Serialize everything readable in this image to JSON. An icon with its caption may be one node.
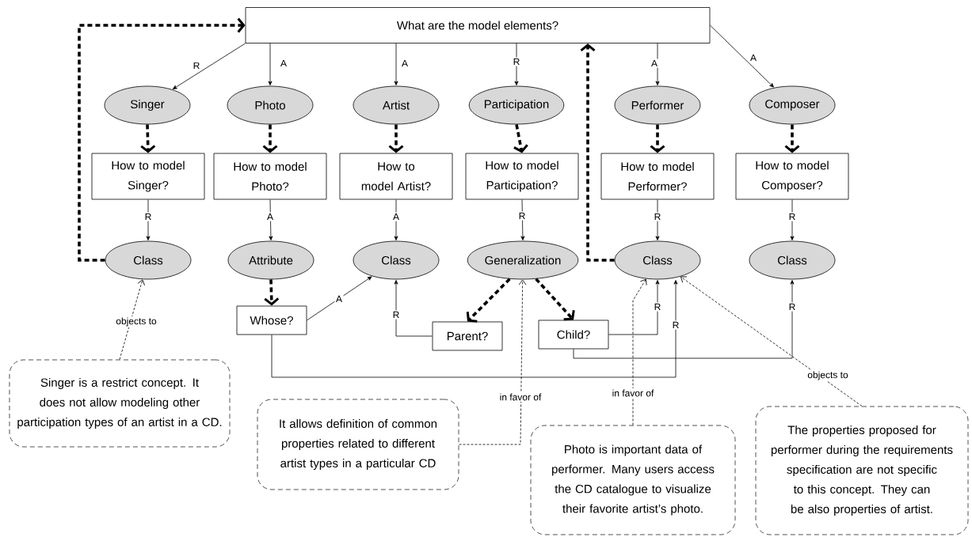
{
  "diagram": {
    "nodes": [
      {
        "text": [
          "What are the model elements?"
        ]
      },
      {
        "text": [
          "Singer"
        ]
      },
      {
        "text": [
          "Photo"
        ]
      },
      {
        "text": [
          "Artist"
        ]
      },
      {
        "text": [
          "Participation"
        ]
      },
      {
        "text": [
          "Performer"
        ]
      },
      {
        "text": [
          "Composer"
        ]
      },
      {
        "text": [
          "How to model Singer?"
        ]
      },
      {
        "text": [
          "How to model Photo?"
        ]
      },
      {
        "text": [
          "How to model Artist?"
        ]
      },
      {
        "text": [
          "How to model Participation?"
        ]
      },
      {
        "text": [
          "How to model Performer?"
        ]
      },
      {
        "text": [
          "How to model Composer?"
        ]
      },
      {
        "text": [
          "Class"
        ]
      },
      {
        "text": [
          "Attribute"
        ]
      },
      {
        "text": [
          "Class"
        ]
      },
      {
        "text": [
          "Generalization"
        ]
      },
      {
        "text": [
          "Class"
        ]
      },
      {
        "text": [
          "Class"
        ]
      },
      {
        "text": [
          "Whose?"
        ]
      },
      {
        "text": [
          "Parent?"
        ]
      },
      {
        "text": [
          "Child?"
        ]
      },
      {
        "text": [
          "Singer is a restrict concept. It does not allow modeling other participation types of an artist in a CD."
        ]
      },
      {
        "text": [
          "It allows definition of common properties related to different artist types in a particular CD"
        ]
      },
      {
        "text": [
          "Photo is important data of performer. Many users access the CD catalogue to visualize their favorite artist’s photo."
        ]
      },
      {
        "text": [
          "The properties proposed for performer during the requirements specification are not specific to this concept. They can be also properties of artist."
        ]
      }
    ],
    "edges": [
      {
        "from": 0,
        "to": 1,
        "arrow": "to",
        "label": "R"
      },
      {
        "from": 0,
        "to": 2,
        "arrow": "to",
        "label": "A"
      },
      {
        "from": 0,
        "to": 3,
        "arrow": "to",
        "label": "A"
      },
      {
        "from": 0,
        "to": 4,
        "arrow": "to",
        "label": "R"
      },
      {
        "from": 0,
        "to": 5,
        "arrow": "to",
        "label": "A"
      },
      {
        "from": 0,
        "to": 6,
        "arrow": "to",
        "label": "A"
      },
      {
        "from": 1,
        "to": 7,
        "arrow": "to",
        "style": "dashed"
      },
      {
        "from": 2,
        "to": 8,
        "arrow": "to",
        "style": "dashed"
      },
      {
        "from": 3,
        "to": 9,
        "arrow": "to",
        "style": "dashed"
      },
      {
        "from": 4,
        "to": 10,
        "arrow": "to",
        "style": "dashed"
      },
      {
        "from": 5,
        "to": 11,
        "arrow": "to",
        "style": "dashed"
      },
      {
        "from": 6,
        "to": 12,
        "arrow": "to",
        "style": "dashed"
      },
      {
        "from": 7,
        "to": 13,
        "arrow": "to",
        "label": "R"
      },
      {
        "from": 8,
        "to": 14,
        "arrow": "to",
        "label": "A"
      },
      {
        "from": 9,
        "to": 15,
        "arrow": "to",
        "label": "A"
      },
      {
        "from": 10,
        "to": 16,
        "arrow": "to",
        "label": "R"
      },
      {
        "from": 11,
        "to": 17,
        "arrow": "to",
        "label": "R"
      },
      {
        "from": 12,
        "to": 18,
        "arrow": "to",
        "label": "R"
      },
      {
        "from": 13,
        "to": 0,
        "arrow": "to",
        "style": "dashed"
      },
      {
        "from": 17,
        "to": 0,
        "arrow": "to",
        "style": "dashed"
      },
      {
        "from": 14,
        "to": 19,
        "arrow": "to",
        "style": "dashed"
      },
      {
        "from": 19,
        "to": 15,
        "arrow": "to",
        "label": "A"
      },
      {
        "from": 16,
        "to": 20,
        "arrow": "to",
        "style": "dashed"
      },
      {
        "from": 16,
        "to": 21,
        "arrow": "to",
        "style": "dashed"
      },
      {
        "from": 20,
        "to": 15,
        "arrow": "to",
        "label": "R"
      },
      {
        "from": 21,
        "to": 17,
        "arrow": "to",
        "label": "R"
      },
      {
        "from": 19,
        "to": 17,
        "arrow": "to",
        "label": "R"
      },
      {
        "from": 21,
        "to": 18,
        "arrow": "to",
        "label": "R"
      },
      {
        "from": 22,
        "to": 13,
        "arrow": "to",
        "label": "objects to",
        "style": "dashed"
      },
      {
        "from": 23,
        "to": 16,
        "arrow": "to",
        "label": "in favor of",
        "style": "dashed"
      },
      {
        "from": 24,
        "to": 17,
        "arrow": "to",
        "label": "in favor of",
        "style": "dashed"
      },
      {
        "from": 25,
        "to": 17,
        "arrow": "to",
        "label": "objects to",
        "style": "dashed"
      }
    ]
  }
}
